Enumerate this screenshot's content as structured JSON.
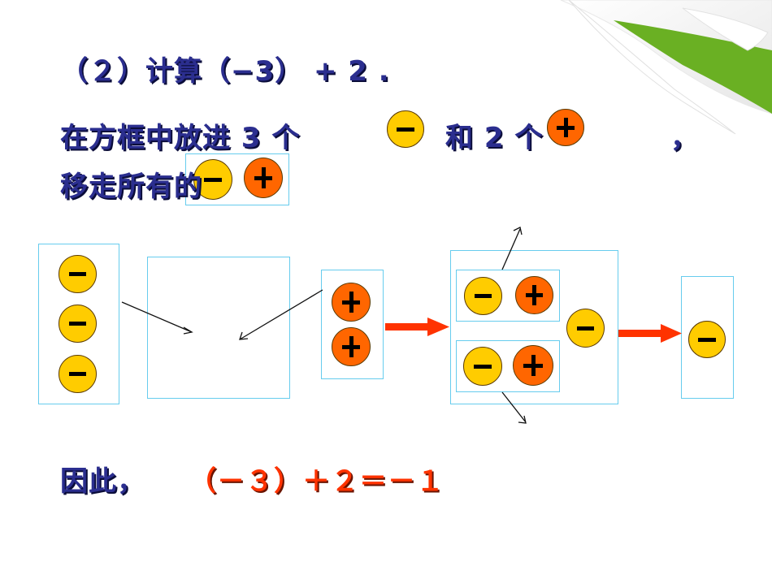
{
  "slide": {
    "heading": "（２）计算（−3） + 2 .",
    "instruction_line1_part1": "在方框中放进 3 个",
    "instruction_line1_part2": "和 2 个",
    "instruction_line1_comma": "，",
    "instruction_line2": "移走所有的",
    "conclusion_label": "因此，",
    "conclusion_equation": "（－３）＋２＝－１"
  },
  "chips": {
    "negative_symbol": "minus-chip",
    "positive_symbol": "plus-chip",
    "negative_color": "#ffcc00",
    "positive_color": "#ff6600"
  },
  "diagram": {
    "initial_negatives": 3,
    "initial_positives": 2,
    "pairs_removed": 2,
    "remaining": [
      {
        "sign": "-",
        "count": 1
      }
    ]
  },
  "colors": {
    "text_primary": "#2b2e8f",
    "result_text": "#ff3300",
    "box_border": "#66ccee",
    "flow_arrow": "#ff3300",
    "page_curl_green": "#6ab023"
  }
}
